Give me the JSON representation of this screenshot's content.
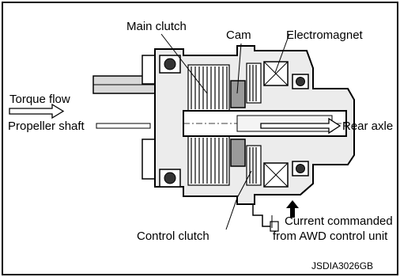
{
  "labels": {
    "main_clutch": "Main clutch",
    "cam": "Cam",
    "electromagnet": "Electromagnet",
    "torque_flow": "Torque flow",
    "propeller_shaft": "Propeller shaft",
    "rear_axle": "Rear axle",
    "control_clutch": "Control clutch",
    "current_line1": "Current commanded",
    "current_line2": "from AWD control unit"
  },
  "figure_id": "JSDIA3026GB"
}
